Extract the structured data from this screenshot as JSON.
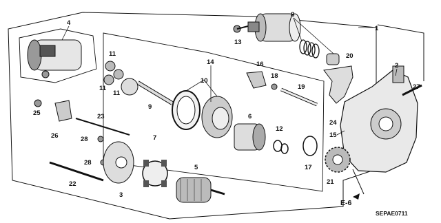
{
  "diagram": {
    "callouts": [
      "1",
      "2",
      "3",
      "4",
      "5",
      "6",
      "7",
      "8",
      "9",
      "10",
      "11",
      "11",
      "11",
      "12",
      "13",
      "14",
      "15",
      "16",
      "17",
      "18",
      "19",
      "20",
      "21",
      "22",
      "23",
      "24",
      "25",
      "26",
      "27",
      "28",
      "28"
    ],
    "section_ref": "E-6",
    "diagram_code": "SEPAE0711"
  }
}
